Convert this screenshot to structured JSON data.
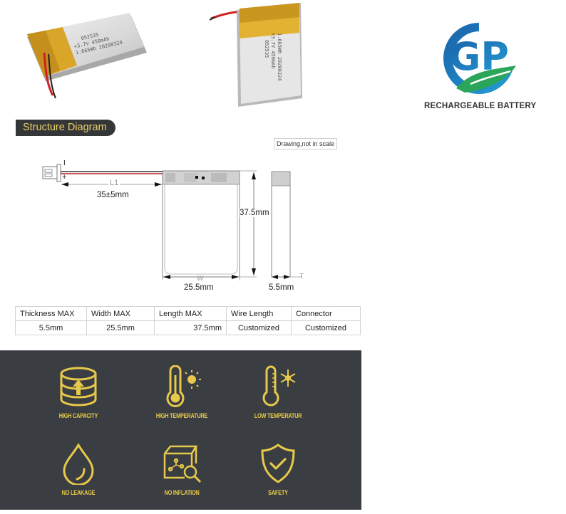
{
  "product_photos": [
    {
      "label_lines": [
        "052535",
        "3.7V 450mAh",
        "1.665Wh 20200324"
      ],
      "orientation": "angled-left"
    },
    {
      "label_lines": [
        "052535",
        "+3.7V 450mAh",
        "1.665Wh 20200324"
      ],
      "orientation": "upright"
    }
  ],
  "logo": {
    "letters": "GP",
    "tagline": "RECHARGEABLE BATTERY",
    "colors": {
      "blue": "#1f72b8",
      "green": "#2aa55a"
    }
  },
  "structure": {
    "title": "Structure Diagram",
    "scale_note": "Drawing,not in scale",
    "wire_length_label": "L1",
    "wire_length_value": "35±5mm",
    "width_label": "W",
    "width_value": "25.5mm",
    "length_value": "37.5mm",
    "thickness_label": "T",
    "thickness_value": "5.5mm",
    "polarity_neg": "I",
    "polarity_pos": "+"
  },
  "spec_table": {
    "headers": [
      "Thickness MAX",
      "Width MAX",
      "Length MAX",
      "Wire Length",
      "Connector"
    ],
    "values": [
      "5.5mm",
      "25.5mm",
      "37.5mm",
      "Customized",
      "Customized"
    ]
  },
  "features": {
    "accent_color": "#e6c94a",
    "background": "#3a3d42",
    "items": [
      {
        "icon": "database-arrow-up-icon",
        "label": "HIGH CAPACITY"
      },
      {
        "icon": "thermometer-sun-icon",
        "label": "HIGH TEMPERATURE"
      },
      {
        "icon": "thermometer-snowflake-icon",
        "label": "LOW TEMPERATUR"
      },
      {
        "icon": "water-drop-icon",
        "label": "NO LEAKAGE"
      },
      {
        "icon": "box-magnifier-icon",
        "label": "NO INFLATION"
      },
      {
        "icon": "shield-check-icon",
        "label": "SAFETY"
      }
    ]
  }
}
